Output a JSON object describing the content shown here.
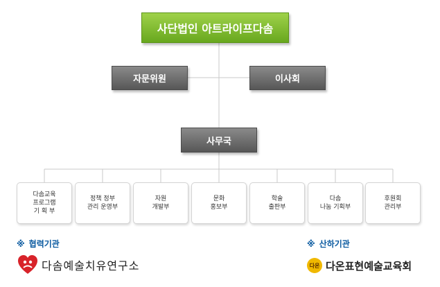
{
  "org": {
    "root": "사단법인 아트라이프다솜",
    "advisory": "자문위원",
    "board": "이사회",
    "office": "사무국",
    "departments": [
      "다솜교육\n프로그램\n기 획 부",
      "정책 정부\n관리 운영부",
      "자원\n개발부",
      "문화\n홍보부",
      "학술\n출판부",
      "다솜\n나눔 기획부",
      "후원회\n관리부"
    ]
  },
  "partners": {
    "mark": "※",
    "title": "협력기관",
    "logo_text": "다솜예술치유연구소"
  },
  "affiliates": {
    "mark": "※",
    "title": "산하기관",
    "badge_text": "다온",
    "logo_text": "다온표현예술교육회"
  },
  "colors": {
    "root_fill": "#7dbb2b",
    "dark_fill": "#666666",
    "line": "#c8c8c8",
    "section_title": "#0a5aa0"
  }
}
